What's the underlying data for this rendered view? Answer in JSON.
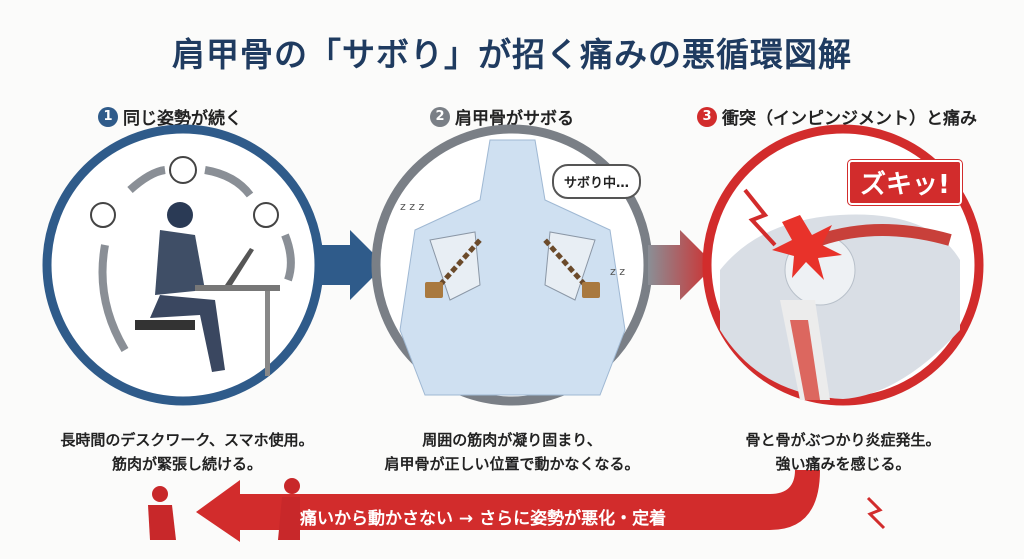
{
  "title": "肩甲骨の「サボり」が招く痛みの悪循環図解",
  "steps": [
    {
      "number": "1",
      "label": "同じ姿勢が続く",
      "desc_line1": "長時間のデスクワーク、スマホ使用。",
      "desc_line2": "筋肉が緊張し続ける。",
      "color": "#2f5b8a"
    },
    {
      "number": "2",
      "label": "肩甲骨がサボる",
      "desc_line1": "周囲の筋肉が凝り固まり、",
      "desc_line2": "肩甲骨が正しい位置で動かなくなる。",
      "color": "#7a7f86",
      "bubble": "サボり中…"
    },
    {
      "number": "3",
      "label": "衝突（インピンジメント）と痛み",
      "desc_line1": "骨と骨がぶつかり炎症発生。",
      "desc_line2": "強い痛みを感じる。",
      "color": "#d22c2c",
      "badge": "ズキッ!"
    }
  ],
  "loop_text": "痛いから動かさない → さらに姿勢が悪化・定着"
}
